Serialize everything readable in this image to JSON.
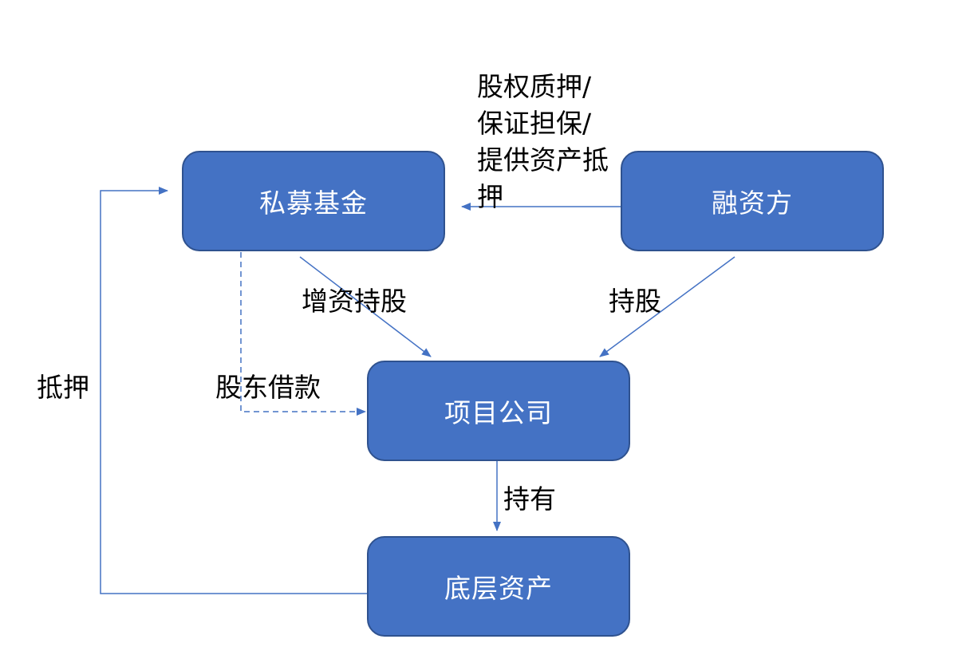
{
  "colors": {
    "node_fill": "#4472c4",
    "node_border": "#2f528f",
    "connector": "#4472c4",
    "label_text": "#000000",
    "node_text": "#ffffff"
  },
  "nodes": {
    "private_fund": "私募基金",
    "financing_party": "融资方",
    "project_company": "项目公司",
    "underlying_assets": "底层资产"
  },
  "edges": {
    "guarantee": [
      "股权质押/",
      "保证担保/",
      "提供资产抵",
      "押"
    ],
    "capital_increase": "增资持股",
    "holding_shares": "持股",
    "shareholder_loan": "股东借款",
    "holding": "持有",
    "mortgage": "抵押"
  }
}
